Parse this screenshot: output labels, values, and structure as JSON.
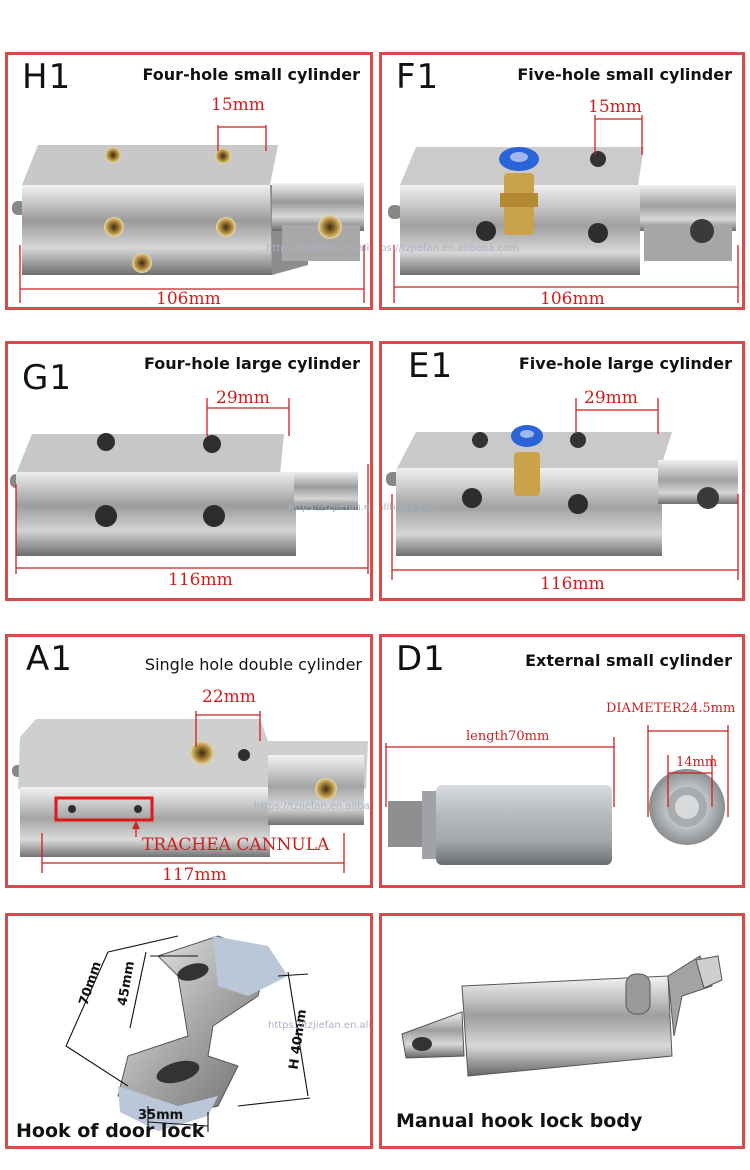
{
  "panels": {
    "h1": {
      "code": "H1",
      "name": "Four-hole small cylinder",
      "hole_spacing": "15mm",
      "length": "106mm"
    },
    "f1": {
      "code": "F1",
      "name": "Five-hole small cylinder",
      "hole_spacing": "15mm",
      "length": "106mm"
    },
    "g1": {
      "code": "G1",
      "name": "Four-hole large cylinder",
      "hole_spacing": "29mm",
      "length": "116mm"
    },
    "e1": {
      "code": "E1",
      "name": "Five-hole large cylinder",
      "hole_spacing": "29mm",
      "length": "116mm"
    },
    "a1": {
      "code": "A1",
      "name": "Single hole double cylinder",
      "hole_spacing": "22mm",
      "length": "117mm",
      "callout": "TRACHEA CANNULA"
    },
    "d1": {
      "code": "D1",
      "name": "External small cylinder",
      "length": "length70mm",
      "diameter": "DIAMETER24.5mm",
      "inner": "14mm"
    },
    "hook": {
      "caption": "Hook of door lock",
      "d70": "70mm",
      "d45": "45mm",
      "d40": "H 40mm",
      "d35": "35mm"
    },
    "manual": {
      "caption": "Manual hook lock body"
    }
  },
  "watermark": "https://tzjiefan.en.alibaba.com",
  "watermark2": "https://tzjiefan.en.alibaba.com",
  "colors": {
    "border": "#d94a4a",
    "dimension": "#cc1f1f",
    "fitting_blue": "#2b63d9",
    "brass": "#c9a24a"
  }
}
